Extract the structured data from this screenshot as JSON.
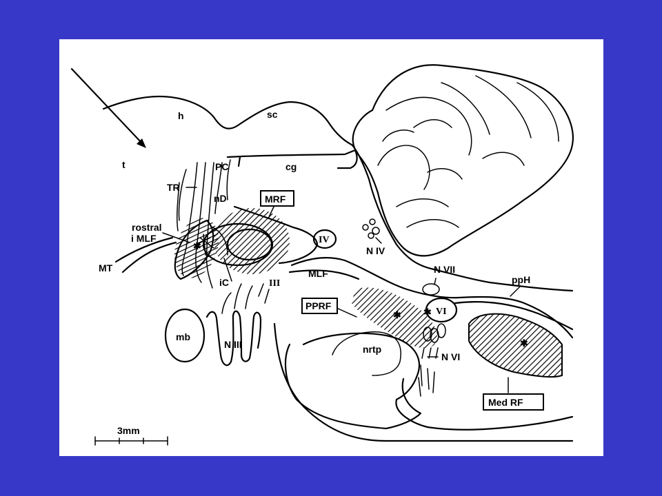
{
  "labels": {
    "h": "h",
    "sc": "sc",
    "t": "t",
    "pc": "PC",
    "cg": "cg",
    "tr": "TR",
    "nd": "nD",
    "mrf": "MRF",
    "rostral": "rostral",
    "imlf": "i MLF",
    "mt": "MT",
    "ic": "iC",
    "iii": "III",
    "iv": "IV",
    "niv": "N IV",
    "nvii": "N VII",
    "mlf": "MLF",
    "pprf": "PPRF",
    "vi": "VI",
    "pph": "ppH",
    "mb": "mb",
    "niii": "N III",
    "nrtp": "nrtp",
    "nvi": "N VI",
    "medrf": "Med RF",
    "scale": "3mm"
  },
  "colors": {
    "background": "#3838c8",
    "panel": "#ffffff",
    "ink": "#000000"
  }
}
